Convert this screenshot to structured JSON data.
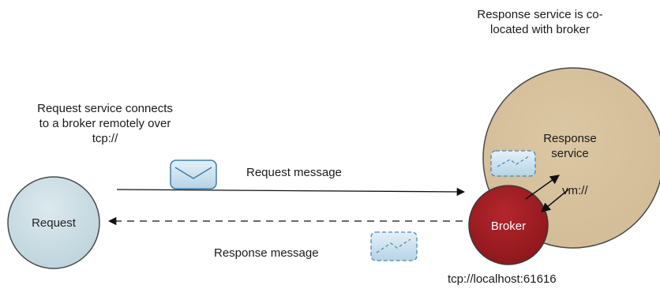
{
  "annotations": {
    "colocated_line1": "Response service is co-",
    "colocated_line2": "located with broker",
    "remote_line1": "Request service connects",
    "remote_line2": "to a broker remotely over",
    "remote_line3": "tcp://"
  },
  "nodes": {
    "request": "Request",
    "broker": "Broker",
    "response_service_line1": "Response",
    "response_service_line2": "service"
  },
  "edges": {
    "request_message": "Request message",
    "response_message": "Response message",
    "vm_protocol": "vm://"
  },
  "broker_address": "tcp://localhost:61616",
  "colors": {
    "request_fill": "#c9dde3",
    "broker_fill": "#9e1b20",
    "response_service_fill": "#d8c3a0",
    "envelope_fill": "#cfe3ee",
    "envelope_stroke": "#4a88b5"
  },
  "icons": [
    "envelope-icon",
    "envelope-dashed-icon"
  ]
}
